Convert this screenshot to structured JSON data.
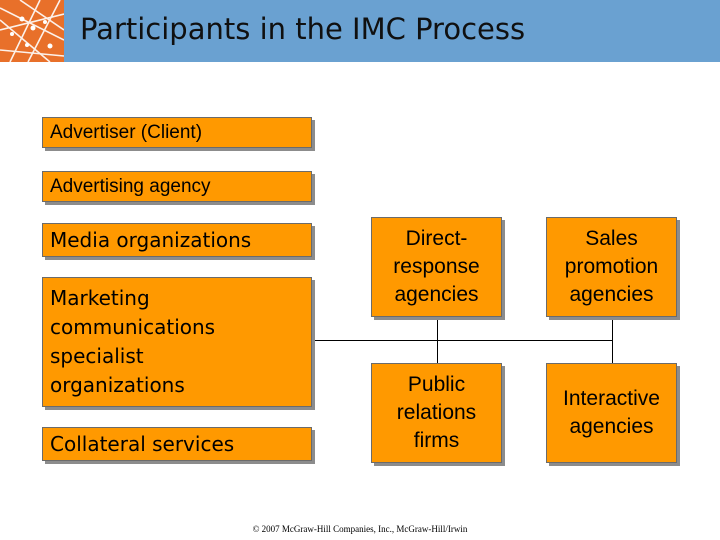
{
  "header": {
    "title": "Participants in the IMC Process"
  },
  "left_column": {
    "advertiser": "Advertiser (Client)",
    "agency": "Advertising agency",
    "media": "Media organizations",
    "marketing_lines": [
      "Marketing",
      "communications",
      "specialist",
      "organizations"
    ],
    "collateral": "Collateral services"
  },
  "specialists": {
    "direct_response": [
      "Direct-",
      "response",
      "agencies"
    ],
    "sales_promotion": [
      "Sales",
      "promotion",
      "agencies"
    ],
    "public_relations": [
      "Public",
      "relations",
      "firms"
    ],
    "interactive": [
      "Interactive",
      "agencies"
    ]
  },
  "colors": {
    "box_fill": "#ff9900",
    "header_bar": "#6aa1d1",
    "logo": "#e8702a"
  },
  "footer": {
    "copyright": "© 2007 McGraw-Hill Companies, Inc., McGraw-Hill/Irwin"
  }
}
